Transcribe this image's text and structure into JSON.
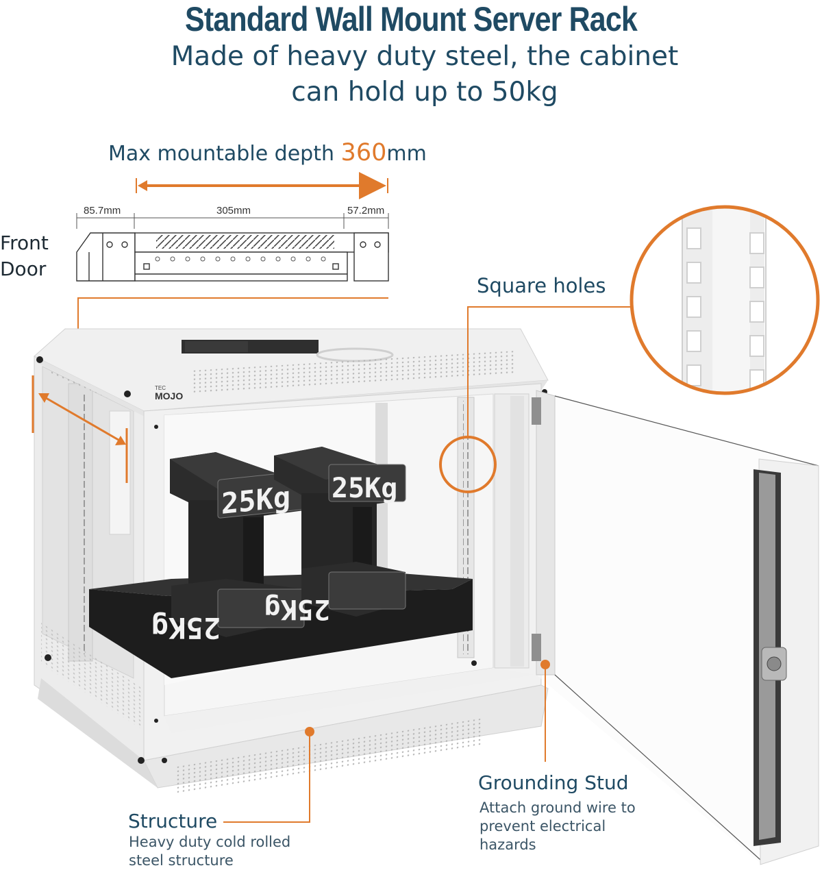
{
  "header": {
    "title": "Standard Wall Mount Server Rack",
    "subtitle_line1": "Made of heavy duty steel, the cabinet",
    "subtitle_line2": "can hold up to 50kg"
  },
  "depth": {
    "prefix": "Max mountable depth ",
    "value": "360",
    "unit": "mm"
  },
  "dimensions": {
    "left": "85.7mm",
    "center": "305mm",
    "right": "57.2mm"
  },
  "front_door": {
    "line1": "Front",
    "line2": "Door"
  },
  "callouts": {
    "square_holes": "Square holes",
    "grounding_title": "Grounding Stud",
    "grounding_desc": "Attach ground wire to prevent electrical hazards",
    "structure_title": "Structure",
    "structure_desc": "Heavy duty cold rolled steel structure"
  },
  "product": {
    "brand_small": "TEC",
    "brand": "MOJO",
    "weight_label": "25Kg"
  },
  "colors": {
    "accent": "#e07a2c",
    "heading": "#1f4a63",
    "cabinet": "#eeeeee",
    "weight": "#2a2a2a"
  }
}
